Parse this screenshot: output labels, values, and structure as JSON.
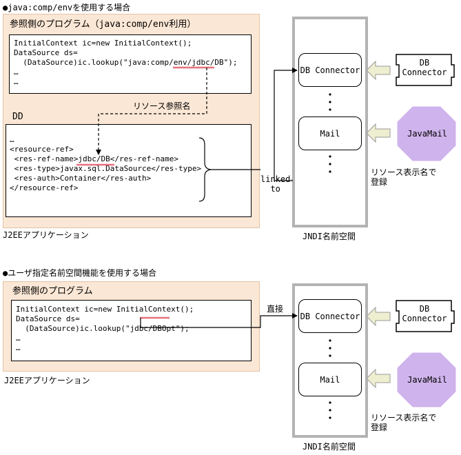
{
  "section1": {
    "heading": "●java:comp/envを使用する場合",
    "caller_title": "参照側のプログラム（java:comp/env利用）",
    "code_lines": [
      "InitialContext ic=new InitialContext();",
      "DataSource ds=",
      "  (DataSource)ic.lookup(\"java:comp/env/jdbc/DB\");",
      "…",
      "…"
    ],
    "resource_ref_label": "リソース参照名",
    "dd_title": "DD",
    "dd_lines": [
      "…",
      "<resource-ref>",
      " <res-ref-name>jdbc/DB</res-ref-name>",
      " <res-type>javax.sql.DataSource</res-type>",
      " <res-auth>Container</res-auth>",
      "</resource-ref>"
    ],
    "linked_to": "linked-\n  to",
    "app_label": "J2EEアプリケーション",
    "db_connector_entry": "DB Connector",
    "mail_entry": "Mail",
    "db_connector_resource": "DB\nConnector",
    "javamail_resource": "JavaMail",
    "display_name_label": "リソース表示名で\n登録",
    "jndi_label": "JNDI名前空間"
  },
  "section2": {
    "heading": "●ユーザ指定名前空間機能を使用する場合",
    "caller_title": "参照側のプログラム",
    "code_lines": [
      "InitialContext ic=new InitialContext();",
      "DataSource ds=",
      "  (DataSource)ic.lookup(\"jdbc/DBOpt\");",
      "…",
      "…"
    ],
    "direct_label": "直接",
    "app_label": "J2EEアプリケーション",
    "db_connector_entry": "DB Connector",
    "mail_entry": "Mail",
    "db_connector_resource": "DB\nConnector",
    "javamail_resource": "JavaMail",
    "display_name_label": "リソース表示名で\n登録",
    "jndi_label": "JNDI名前空間"
  },
  "colors": {
    "panel": "#fbe7d5",
    "jndi_border": "#b3b3b3",
    "underline": "#e8707a",
    "javamail": "#cfb3ec",
    "arrow_fill": "#eeeed0"
  }
}
